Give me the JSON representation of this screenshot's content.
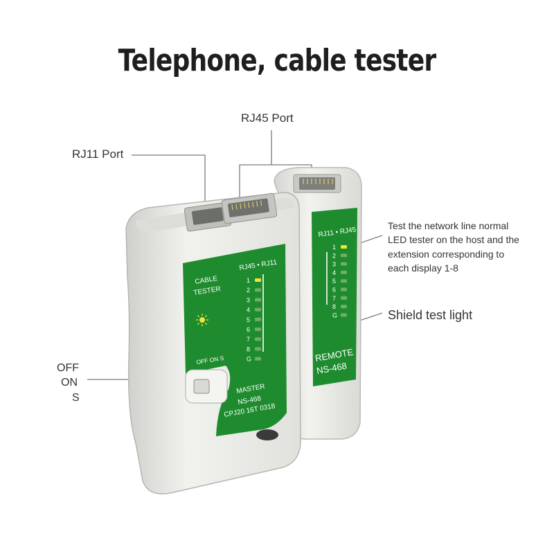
{
  "title": "Telephone, cable tester",
  "callouts": {
    "rj45_port": "RJ45 Port",
    "rj11_port": "RJ11 Port",
    "led_desc_lines": [
      "Test the network line normal",
      "LED tester on the host and the",
      "extension corresponding to",
      "each display 1-8"
    ],
    "shield_light": "Shield test light",
    "switch_off": "OFF",
    "switch_on": "ON",
    "switch_s": "S"
  },
  "master_unit": {
    "header": "RJ45 • RJ11",
    "label_cable": "CABLE",
    "label_tester": "TESTER",
    "switch_label": "OFF ON  S",
    "leds": [
      "1",
      "2",
      "3",
      "4",
      "5",
      "6",
      "7",
      "8",
      "G"
    ],
    "model_lines": [
      "MASTER",
      "NS-468",
      "CPJ20 16T 0318"
    ]
  },
  "remote_unit": {
    "header": "RJ11 • RJ45",
    "leds": [
      "1",
      "2",
      "3",
      "4",
      "5",
      "6",
      "7",
      "8",
      "G"
    ],
    "model_lines": [
      "REMOTE",
      "NS-468"
    ]
  },
  "colors": {
    "panel_green": "#1e8c2e",
    "body_white": "#e9eae6",
    "led_lit": "#f3e23a",
    "callout_line": "#777777"
  }
}
